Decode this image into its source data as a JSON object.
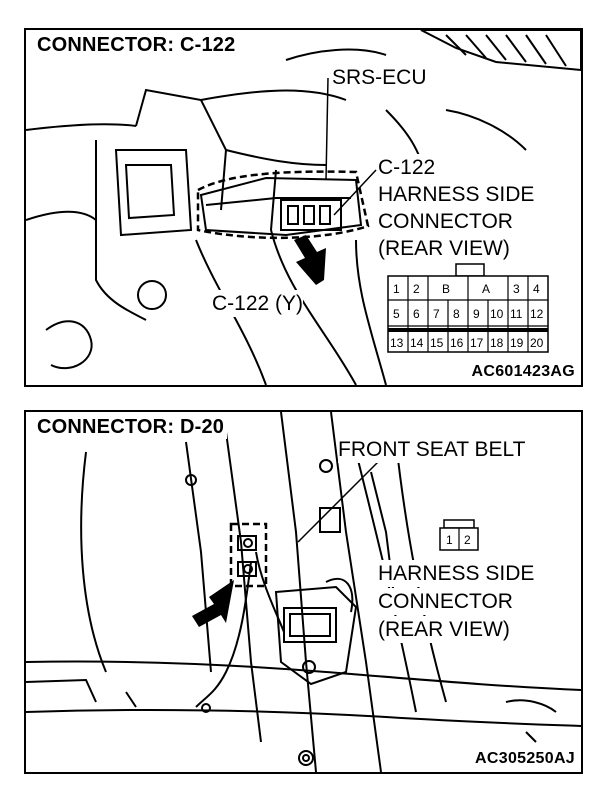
{
  "panels": [
    {
      "title": "CONNECTOR: C-122",
      "labels": {
        "ecu": "SRS-ECU",
        "connector_id": "C-122",
        "harness_side": "HARNESS SIDE",
        "connector": "CONNECTOR",
        "view": "(REAR VIEW)",
        "callout": "C-122 (Y)"
      },
      "pins_top": [
        "1",
        "2",
        "B",
        "A",
        "3",
        "4"
      ],
      "pins_mid": [
        "5",
        "6",
        "7",
        "8",
        "9",
        "10",
        "11",
        "12"
      ],
      "pins_bottom": [
        "13",
        "14",
        "15",
        "16",
        "17",
        "18",
        "19",
        "20"
      ],
      "code": "AC601423AG"
    },
    {
      "title": "CONNECTOR: D-20",
      "labels": {
        "part": "FRONT SEAT BELT",
        "harness_side": "HARNESS SIDE",
        "connector": "CONNECTOR",
        "view": "(REAR VIEW)"
      },
      "pins": [
        "1",
        "2"
      ],
      "code": "AC305250AJ"
    }
  ]
}
